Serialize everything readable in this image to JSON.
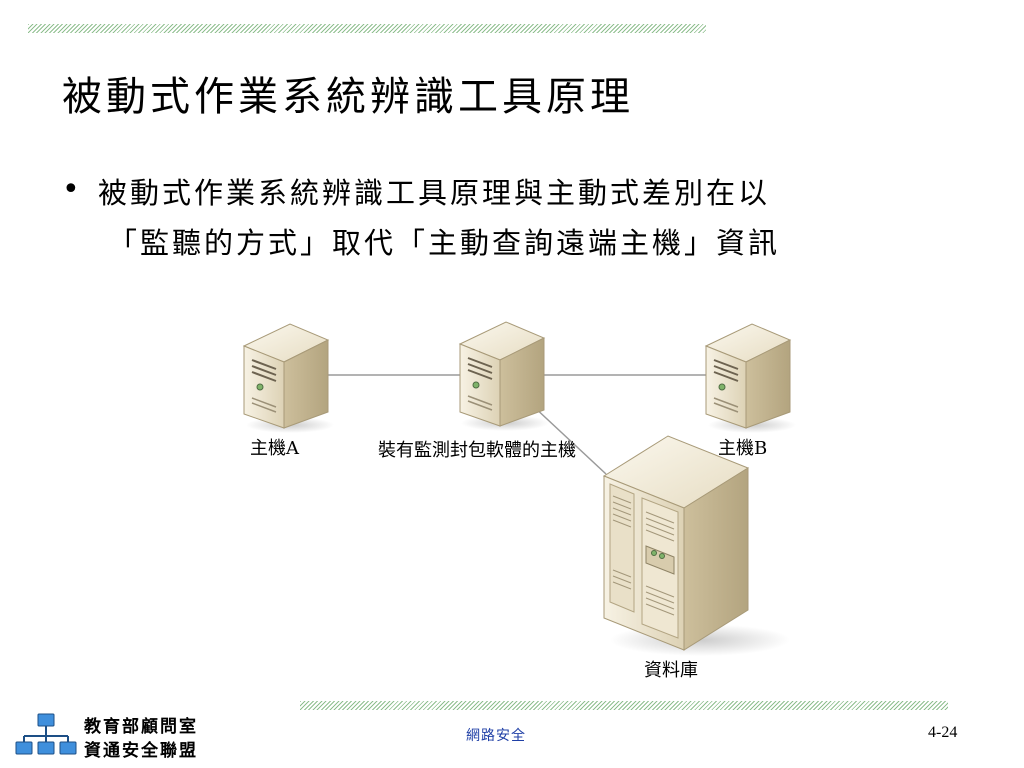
{
  "title": "被動式作業系統辨識工具原理",
  "bullet": {
    "line1": "被動式作業系統辨識工具原理與主動式差別在以",
    "line2": "「監聽的方式」取代「主動查詢遠端主機」資訊"
  },
  "diagram": {
    "host_a": "主機A",
    "sniffer": "裝有監測封包軟體的主機",
    "host_b": "主機B",
    "database": "資料庫"
  },
  "footer": {
    "logo_line1": "教育部顧問室",
    "logo_line2": "資通安全聯盟",
    "center": "網路安全",
    "page": "4-24"
  },
  "colors": {
    "hatch": "#8fbf8f",
    "server_face": "#ece4cf",
    "server_side": "#c9bb98",
    "footer_link": "#1f3fa6",
    "logo_blue": "#2f7fd0"
  }
}
